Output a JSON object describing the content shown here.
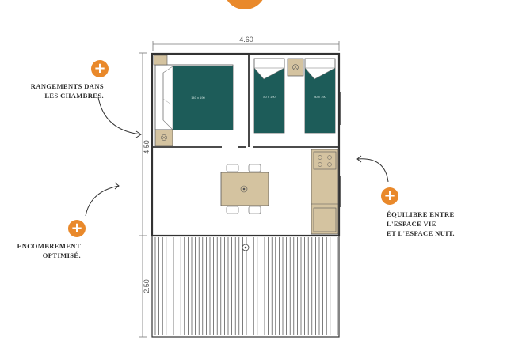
{
  "dimensions": {
    "width": "4.60",
    "depth_interior": "4.50",
    "depth_terrace": "2.50"
  },
  "beds": {
    "double": "140 x 190",
    "single_left": "80 x 190",
    "single_right": "80 x 190"
  },
  "annotations": {
    "storage": {
      "line1": "RANGEMENTS DANS",
      "line2": "LES CHAMBRES."
    },
    "footprint": {
      "line1": "ENCOMBREMENT",
      "line2": "OPTIMISÉ."
    },
    "balance": {
      "line1": "ÉQUILIBRE ENTRE",
      "line2": "L'ESPACE VIE",
      "line3": "ET L'ESPACE NUIT."
    }
  },
  "colors": {
    "accent_orange": "#e9892b",
    "bed_teal": "#1d5c59",
    "furniture_tan": "#d4c3a0",
    "wall": "#333333"
  },
  "icons": [
    "plus-icon",
    "curved-arrow-icon"
  ]
}
